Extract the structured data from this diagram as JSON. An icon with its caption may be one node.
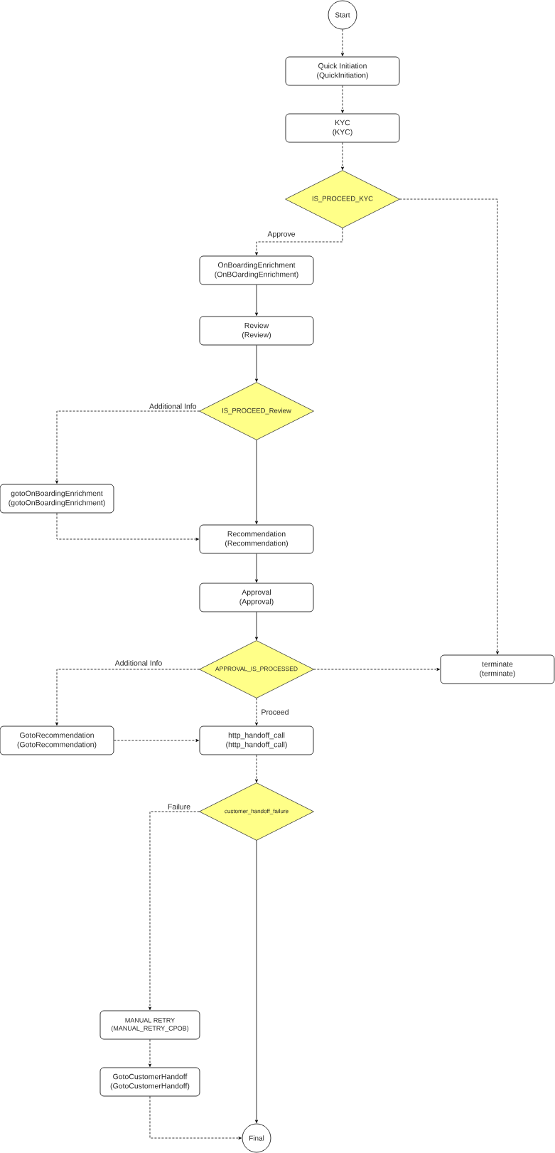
{
  "diagram": {
    "nodes": [
      {
        "text": [
          "Start"
        ]
      },
      {
        "text": [
          "Quick Initiation",
          "(QuickInitiation)"
        ]
      },
      {
        "text": [
          "KYC",
          "(KYC)"
        ]
      },
      {
        "text": [
          "IS_PROCEED_KYC"
        ]
      },
      {
        "text": [
          "OnBoardingEnrichment",
          "(OnBOardingEnrichment)"
        ]
      },
      {
        "text": [
          "Review",
          "(Review)"
        ]
      },
      {
        "text": [
          "IS_PROCEED_Review"
        ]
      },
      {
        "text": [
          "gotoOnBoardingEnrichment",
          "(gotoOnBoardingEnrichment)"
        ]
      },
      {
        "text": [
          "Recommendation",
          "(Recommendation)"
        ]
      },
      {
        "text": [
          "Approval",
          "(Approval)"
        ]
      },
      {
        "text": [
          "APPROVAL_IS_PROCESSED"
        ]
      },
      {
        "text": [
          "terminate",
          "(terminate)"
        ]
      },
      {
        "text": [
          "GotoRecommendation",
          "(GotoRecommendation)"
        ]
      },
      {
        "text": [
          "http_handoff_call",
          "(http_handoff_call)"
        ]
      },
      {
        "text": [
          "customer_handoff_failure"
        ]
      },
      {
        "text": [
          "MANUAL RETRY",
          "(MANUAL_RETRY_CPOB)"
        ]
      },
      {
        "text": [
          "GotoCustomerHandoff",
          "(GotoCustomerHandoff)"
        ]
      },
      {
        "text": [
          "Final"
        ]
      }
    ],
    "edges": [
      {
        "from": 0,
        "to": 1,
        "arrow": "to",
        "style": "dashed"
      },
      {
        "from": 1,
        "to": 2,
        "arrow": "to",
        "style": "dashed"
      },
      {
        "from": 2,
        "to": 3,
        "arrow": "to",
        "style": "dashed"
      },
      {
        "from": 3,
        "to": 4,
        "arrow": "to",
        "style": "dashed",
        "label": "Approve"
      },
      {
        "from": 3,
        "to": 11,
        "arrow": "to",
        "style": "dashed"
      },
      {
        "from": 4,
        "to": 5,
        "arrow": "to"
      },
      {
        "from": 5,
        "to": 6,
        "arrow": "to"
      },
      {
        "from": 6,
        "to": 7,
        "arrow": "to",
        "style": "dashed",
        "label": "Additional Info"
      },
      {
        "from": 6,
        "to": 8,
        "arrow": "to"
      },
      {
        "from": 7,
        "to": 8,
        "arrow": "to",
        "style": "dashed"
      },
      {
        "from": 8,
        "to": 9,
        "arrow": "to"
      },
      {
        "from": 9,
        "to": 10,
        "arrow": "to"
      },
      {
        "from": 10,
        "to": 12,
        "arrow": "to",
        "style": "dashed",
        "label": "Additional Info"
      },
      {
        "from": 10,
        "to": 11,
        "arrow": "to",
        "style": "dashed"
      },
      {
        "from": 10,
        "to": 13,
        "arrow": "to",
        "style": "dashed",
        "label": "Proceed"
      },
      {
        "from": 12,
        "to": 13,
        "arrow": "to",
        "style": "dashed"
      },
      {
        "from": 13,
        "to": 14,
        "arrow": "to",
        "style": "dashed"
      },
      {
        "from": 14,
        "to": 15,
        "arrow": "to",
        "style": "dashed",
        "label": "Failure"
      },
      {
        "from": 14,
        "to": 17,
        "arrow": "to"
      },
      {
        "from": 15,
        "to": 16,
        "arrow": "to",
        "style": "dashed"
      },
      {
        "from": 16,
        "to": 17,
        "arrow": "to",
        "style": "dashed"
      }
    ]
  }
}
